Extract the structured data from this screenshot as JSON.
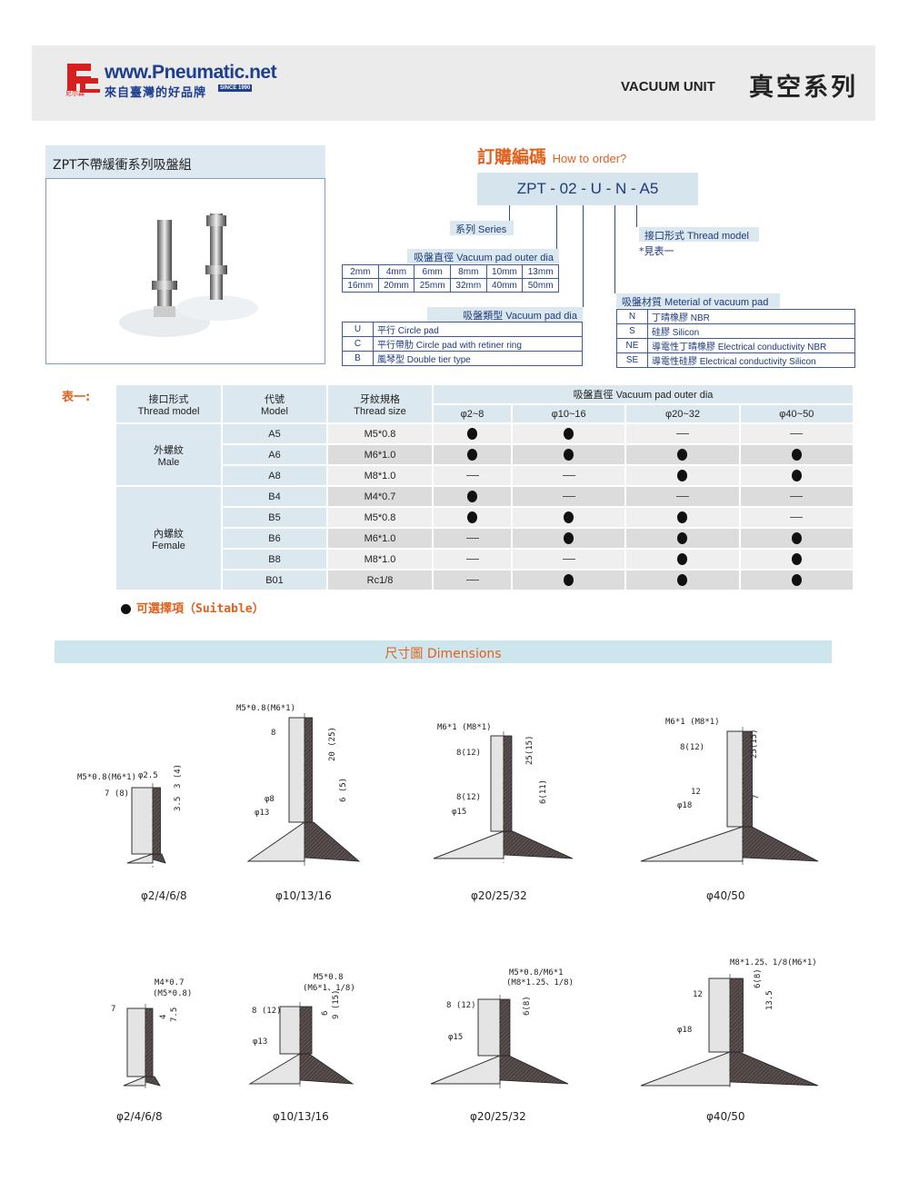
{
  "header": {
    "logo_text": "尼尔森",
    "url": "www.Pneumatic.net",
    "slogan": "來自臺灣的好品牌",
    "since": "SINCE 1990",
    "section_en": "VACUUM UNIT",
    "section_zh": "真空系列"
  },
  "product": {
    "title": "ZPT不帶緩衝系列吸盤組"
  },
  "order": {
    "title_zh": "訂購編碼",
    "title_en": "How to order?",
    "code": "ZPT - 02 - U - N - A5",
    "series_label": "系列 Series",
    "outer_dia_label": "吸盤直徑  Vacuum pad outer dia",
    "outer_dia_rows": [
      [
        "2mm",
        "4mm",
        "6mm",
        "8mm",
        "10mm",
        "13mm"
      ],
      [
        "16mm",
        "20mm",
        "25mm",
        "32mm",
        "40mm",
        "50mm"
      ]
    ],
    "pad_type_label": "吸盤類型  Vacuum pad  dia",
    "pad_types": [
      [
        "U",
        "平行  Circle pad"
      ],
      [
        "C",
        "平行帶肋 Circle pad with retiner ring"
      ],
      [
        "B",
        "風琴型  Double tier type"
      ]
    ],
    "material_label": "吸盤材質 Meterial of vacuum pad",
    "materials": [
      [
        "N",
        "丁晴橡膠 NBR"
      ],
      [
        "S",
        "硅膠  Silicon"
      ],
      [
        "NE",
        "導電性丁晴橡膠   Electrical conductivity NBR"
      ],
      [
        "SE",
        "導電性硅膠  Electrical conductivity Silicon"
      ]
    ],
    "thread_label": "接口形式 Thread model",
    "thread_note": "*見表一"
  },
  "table": {
    "caption": "表一:",
    "h_thread_zh": "接口形式",
    "h_thread_en": "Thread model",
    "h_model_zh": "代號",
    "h_model_en": "Model",
    "h_size_zh": "牙紋規格",
    "h_size_en": "Thread size",
    "h_dia": "吸盤直徑    Vacuum pad outer dia",
    "dia_cols": [
      "φ2~8",
      "φ10~16",
      "φ20~32",
      "φ40~50"
    ],
    "groups": [
      {
        "zh": "外螺紋",
        "en": "Male"
      },
      {
        "zh": "內螺紋",
        "en": "Female"
      }
    ],
    "rows": [
      {
        "model": "A5",
        "size": "M5*0.8",
        "fit": [
          1,
          1,
          0,
          0
        ]
      },
      {
        "model": "A6",
        "size": "M6*1.0",
        "fit": [
          1,
          1,
          1,
          1
        ]
      },
      {
        "model": "A8",
        "size": "M8*1.0",
        "fit": [
          0,
          0,
          1,
          1
        ]
      },
      {
        "model": "B4",
        "size": "M4*0.7",
        "fit": [
          1,
          0,
          0,
          0
        ]
      },
      {
        "model": "B5",
        "size": "M5*0.8",
        "fit": [
          1,
          1,
          1,
          0
        ]
      },
      {
        "model": "B6",
        "size": "M6*1.0",
        "fit": [
          0,
          1,
          1,
          1
        ]
      },
      {
        "model": "B8",
        "size": "M8*1.0",
        "fit": [
          0,
          0,
          1,
          1
        ]
      },
      {
        "model": "B01",
        "size": "Rc1/8",
        "fit": [
          0,
          1,
          1,
          1
        ]
      }
    ],
    "legend": "可選擇項（Suitable）"
  },
  "dimensions": {
    "title": "尺寸圖     Dimensions",
    "drawings": [
      {
        "caption": "φ2/4/6/8",
        "labels": [
          "M5*0.8(M6*1)",
          "7 (8)",
          "φ2.5",
          "3 (4)",
          "3.5"
        ]
      },
      {
        "caption": "φ10/13/16",
        "labels": [
          "M5*0.8(M6*1)",
          "8",
          "20 (25)",
          "6 (5)",
          "φ8",
          "φ13"
        ]
      },
      {
        "caption": "φ20/25/32",
        "labels": [
          "M6*1 (M8*1)",
          "8(12)",
          "25(15)",
          "8(12)",
          "φ15",
          "6(11)"
        ]
      },
      {
        "caption": "φ40/50",
        "labels": [
          "M6*1 (M8*1)",
          "8(12)",
          "25(15)",
          "12",
          "φ18",
          "7"
        ]
      },
      {
        "caption": "φ2/4/6/8",
        "labels": [
          "M4*0.7",
          "(M5*0.8)",
          "7",
          "4",
          "7.5"
        ]
      },
      {
        "caption": "φ10/13/16",
        "labels": [
          "M5*0.8",
          "(M6*1、1/8)",
          "8 (12)",
          "φ13",
          "6",
          "9 (15)"
        ]
      },
      {
        "caption": "φ20/25/32",
        "labels": [
          "M5*0.8/M6*1",
          "(M8*1.25、1/8)",
          "8 (12)",
          "φ15",
          "6(8)"
        ]
      },
      {
        "caption": "φ40/50",
        "labels": [
          "M8*1.25、1/8(M6*1)",
          "12",
          "φ18",
          "6(8)",
          "13.5"
        ]
      }
    ]
  }
}
